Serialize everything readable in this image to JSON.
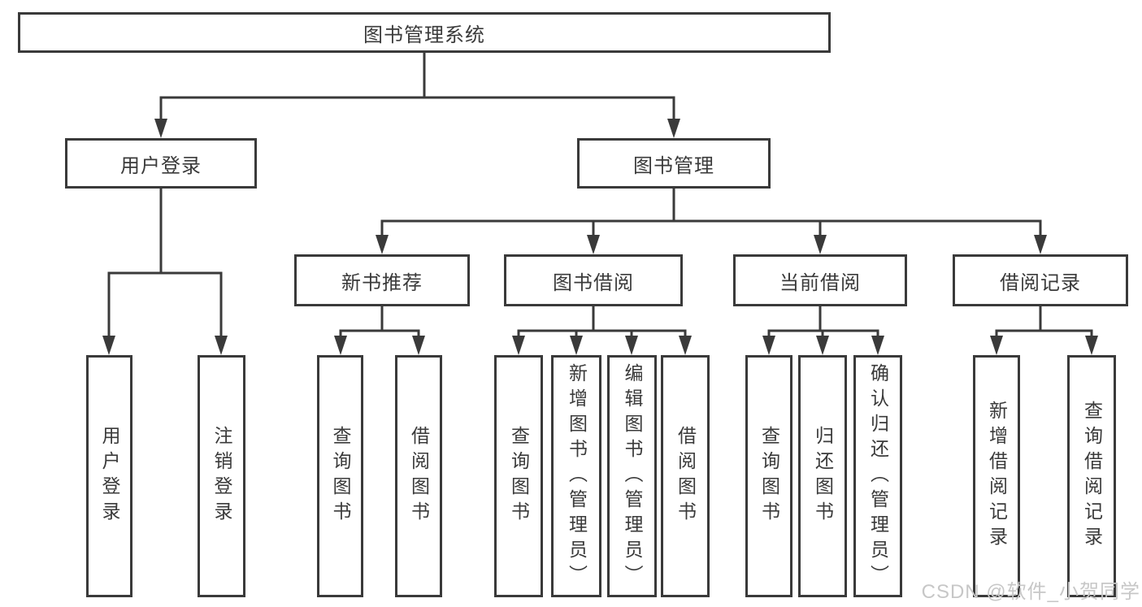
{
  "diagram": {
    "root": "图书管理系统",
    "level2": {
      "user_login": "用户登录",
      "book_management": "图书管理"
    },
    "level3": {
      "new_book_recommend": "新书推荐",
      "book_borrow": "图书借阅",
      "current_borrow": "当前借阅",
      "borrow_records": "借阅记录"
    },
    "leaves": {
      "user_login": "用户登录",
      "logout": "注销登录",
      "query_books_a": "查询图书",
      "borrow_books_a": "借阅图书",
      "query_books_b": "查询图书",
      "add_book_admin": "新增图书（管理员）",
      "edit_book_admin": "编辑图书（管理员）",
      "borrow_books_b": "借阅图书",
      "query_books_c": "查询图书",
      "return_books": "归还图书",
      "confirm_return_admin": "确认归还（管理员）",
      "add_borrow_record": "新增借阅记录",
      "query_borrow_record": "查询借阅记录"
    }
  },
  "watermark": "CSDN @软件_小贺同学",
  "colors": {
    "line": "#3a3a3a",
    "text": "#3a3a3a",
    "watermark": "#c7c7c7",
    "background": "#ffffff"
  }
}
